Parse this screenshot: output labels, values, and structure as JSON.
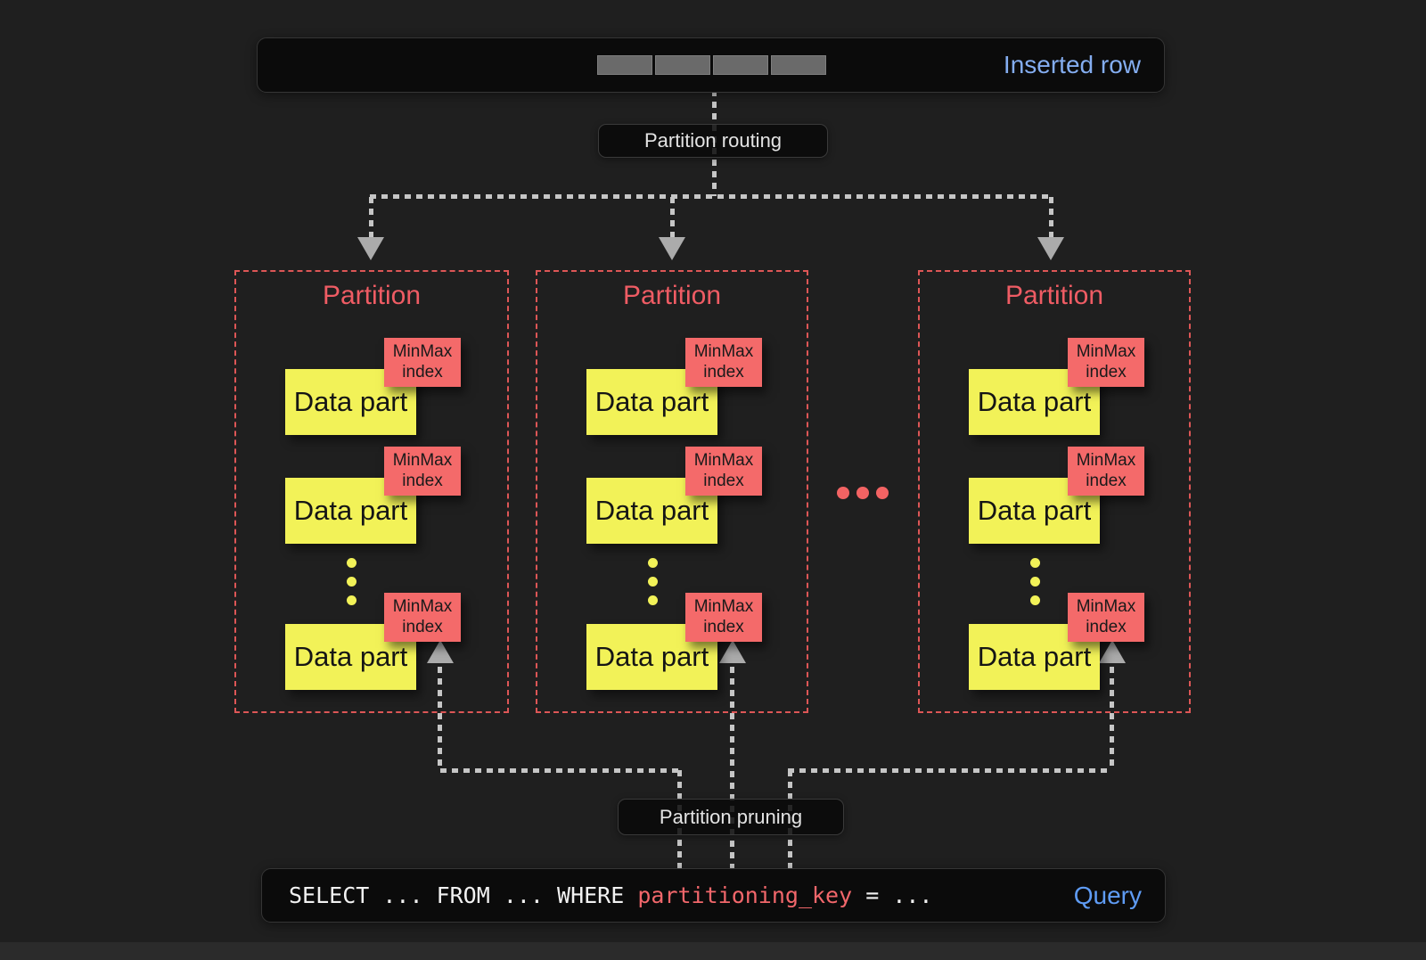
{
  "inserted_row": {
    "label": "Inserted row",
    "cell_count": 4
  },
  "labels": {
    "routing": "Partition routing",
    "pruning": "Partition pruning"
  },
  "partitions": [
    {
      "title": "Partition"
    },
    {
      "title": "Partition"
    },
    {
      "title": "Partition"
    }
  ],
  "shared": {
    "data_part": "Data part",
    "minmax_line1": "MinMax",
    "minmax_line2": "index"
  },
  "query": {
    "prefix": "SELECT ... FROM ... WHERE ",
    "key": "partitioning_key",
    "suffix": " = ...",
    "label": "Query"
  },
  "colors": {
    "background": "#1f1f1f",
    "panel_black": "#0b0b0b",
    "inserted_row_blue": "#84adf0",
    "query_blue": "#5f9cf5",
    "partition_border_red": "#dd5656",
    "partition_title_red": "#ef5c64",
    "minmax_red": "#f46a6a",
    "data_part_yellow": "#f2f258",
    "ellipsis_red": "#f26363",
    "connector_gray": "#c6c6c6",
    "arrowhead_gray": "#ababab",
    "row_cell_gray": "#6a6a6a"
  }
}
